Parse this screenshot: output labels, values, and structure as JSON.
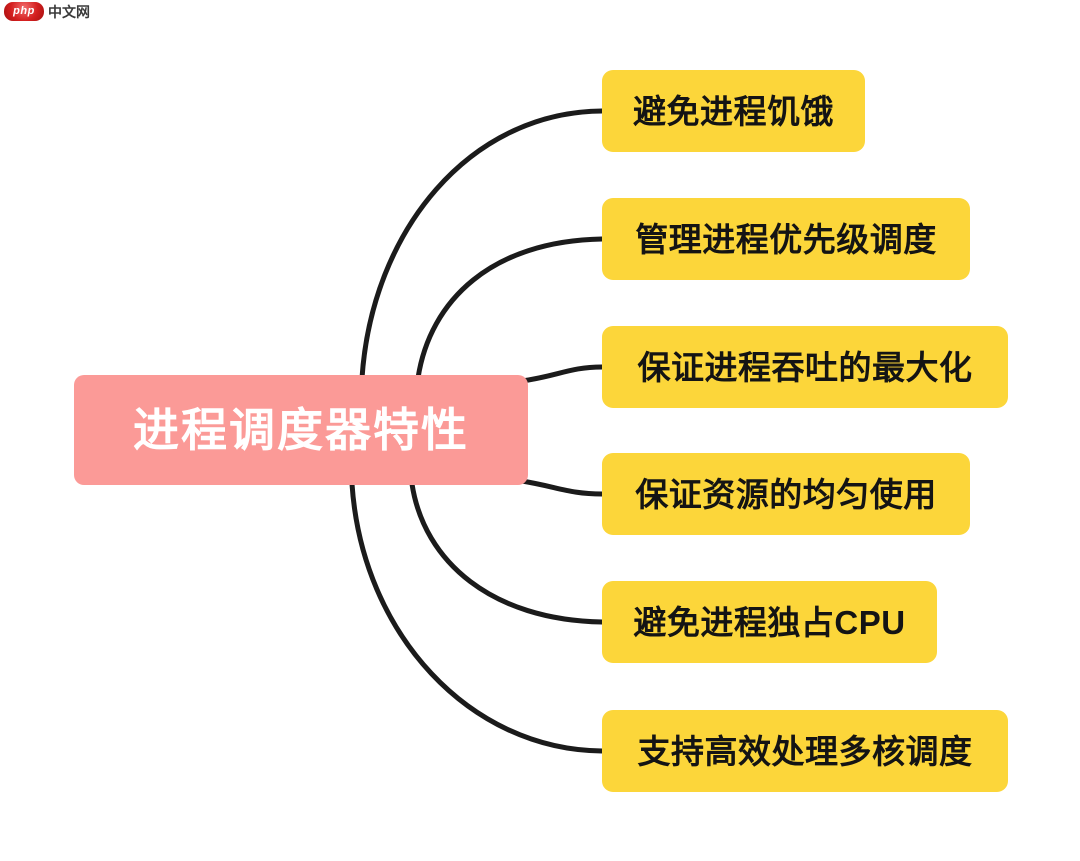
{
  "watermark": {
    "badge_text": "php",
    "site_name": "中文网"
  },
  "diagram": {
    "type": "mindmap",
    "orientation": "left-root-right-branches",
    "root": {
      "label": "进程调度器特性",
      "fill": "#fb9a97",
      "text_color": "#ffffff"
    },
    "branch_style": {
      "fill": "#fcd63a",
      "text_color": "#141414",
      "connector_color": "#1b1b1b"
    },
    "branches": [
      {
        "label": "避免进程饥饿"
      },
      {
        "label": "管理进程优先级调度"
      },
      {
        "label": "保证进程吞吐的最大化"
      },
      {
        "label": "保证资源的均匀使用"
      },
      {
        "label": "避免进程独占CPU"
      },
      {
        "label": "支持高效处理多核调度"
      }
    ]
  }
}
